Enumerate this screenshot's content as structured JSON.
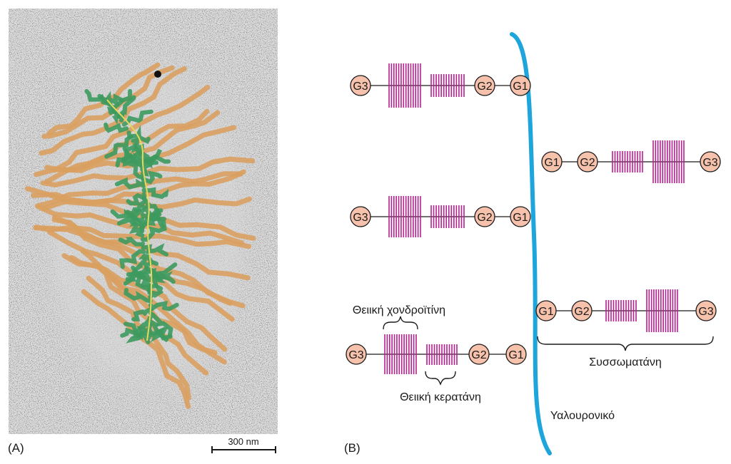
{
  "panel_a": {
    "label": "(A)",
    "scale_bar_label": "300 nm"
  },
  "panel_b": {
    "label": "(B)",
    "node_labels": {
      "g1": "G1",
      "g2": "G2",
      "g3": "G3"
    },
    "annotations": {
      "chondroitin": "Θειική χονδροϊτίνη",
      "keratan": "Θειική κερατάνη",
      "aggrecan": "Συσσωματάνη",
      "hyaluronan": "Υαλουρονικό"
    }
  },
  "colors": {
    "hyaluronan": "#1ea5dc",
    "gag_bristles": "#b5208f",
    "globular_fill": "#f6c2ab",
    "micrograph_core": "#3d9a5f",
    "micrograph_branches": "#d9a061",
    "core_line": "#e6d85a"
  },
  "icons": {
    "micrograph": "aggrecan-electron-micrograph"
  }
}
